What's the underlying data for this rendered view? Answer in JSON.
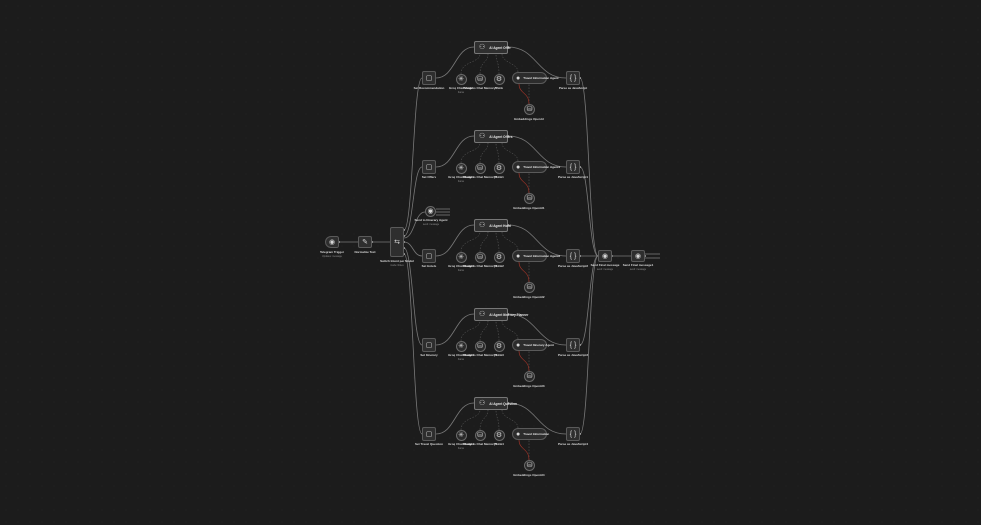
{
  "canvas": {
    "title": "Workflow canvas"
  },
  "trigger_node": {
    "label": "Telegram Trigger",
    "sub": "Updates: message",
    "icon": "telegram-icon"
  },
  "edit_node": {
    "label": "Normalize Text",
    "icon": "pencil-icon"
  },
  "switch_node": {
    "label": "Switch Intent per Model",
    "sub": "mode: Rules",
    "icon": "switch-icon"
  },
  "memory_node": {
    "label": "Send to Itinerary Agent",
    "sub": "send: message",
    "icon": "telegram-icon"
  },
  "final_nodes": [
    {
      "label": "Send Final message",
      "sub": "send: message",
      "icon": "telegram-icon"
    },
    {
      "label": "Send Final message1",
      "sub": "send: message",
      "icon": "telegram-icon"
    }
  ],
  "branches": [
    {
      "set_label": "Set Recommendation",
      "agent_label": "AI Agent Offer",
      "models": [
        {
          "label": "Groq Chat Model",
          "sub": "llama",
          "icon": "groq-icon"
        },
        {
          "label": "Postgres Chat Memory1",
          "icon": "postgres-icon"
        },
        {
          "label": "Think",
          "icon": "gear-icon"
        }
      ],
      "tool_label": "Travel Information Agent",
      "vector_label": "Embeddings OpenAI",
      "code_label": "Parse as JavaScript"
    },
    {
      "set_label": "Set Offers",
      "agent_label": "AI Agent Offers",
      "models": [
        {
          "label": "Groq Chat Model1",
          "sub": "llama",
          "icon": "groq-icon"
        },
        {
          "label": "Postgres Chat Memory2",
          "icon": "postgres-icon"
        },
        {
          "label": "Think1",
          "icon": "gear-icon"
        }
      ],
      "tool_label": "Travel Information Agent1",
      "vector_label": "Embeddings OpenAI1",
      "code_label": "Parse as JavaScript1"
    },
    {
      "set_label": "Set Hotels",
      "agent_label": "AI Agent Hotel",
      "models": [
        {
          "label": "Groq Chat Model2",
          "sub": "llama",
          "icon": "groq-icon"
        },
        {
          "label": "Postgres Chat Memory3",
          "icon": "postgres-icon"
        },
        {
          "label": "Think2",
          "icon": "gear-icon"
        }
      ],
      "tool_label": "Travel Information Agent2",
      "vector_label": "Embeddings OpenAI2",
      "code_label": "Parse as JavaScript2"
    },
    {
      "set_label": "Set Itinerary",
      "agent_label": "AI Agent Itinerary Planner",
      "models": [
        {
          "label": "Groq Chat Model3",
          "sub": "llama",
          "icon": "groq-icon"
        },
        {
          "label": "Postgres Chat Memory4",
          "icon": "postgres-icon"
        },
        {
          "label": "Think3",
          "icon": "gear-icon"
        }
      ],
      "tool_label": "Travel Itinerary Agent",
      "vector_label": "Embeddings OpenAI3",
      "code_label": "Parse as JavaScript3"
    },
    {
      "set_label": "Set Travel Question",
      "agent_label": "AI Agent Question",
      "models": [
        {
          "label": "Groq Chat Model4",
          "sub": "llama",
          "icon": "groq-icon"
        },
        {
          "label": "Postgres Chat Memory5",
          "icon": "postgres-icon"
        },
        {
          "label": "Think4",
          "icon": "gear-icon"
        }
      ],
      "tool_label": "Travel Information",
      "vector_label": "Embeddings OpenAI4",
      "code_label": "Parse as JavaScript4"
    }
  ],
  "colors": {
    "background": "#1c1c1c",
    "node": "#2e2e2e",
    "wire": "#8a8a8a",
    "telegram": "#4fb3ff",
    "code": "#f29b38",
    "tool": "#e0443a"
  }
}
